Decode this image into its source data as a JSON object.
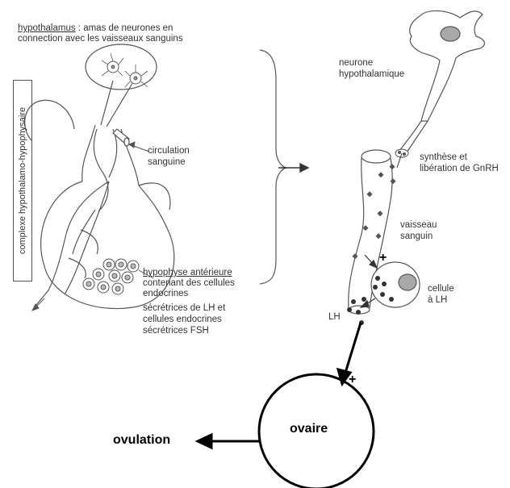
{
  "left_labels": {
    "hypothalamus_term": "hypothalamus",
    "hypothalamus_rest": " : amas de neurones en",
    "hypothalamus_line2": "connection avec les vaisseaux sanguins",
    "complex": "complexe hypothalamo-hypophysaire",
    "circulation_1": "circulation",
    "circulation_2": "sanguine",
    "hypophyse_term": "hypophyse antérieure",
    "hypophyse_lines": [
      "contenant des cellules",
      "endocrines",
      "sécrétrices de LH et",
      "cellules endocrines",
      "sécrétrices FSH"
    ]
  },
  "right_labels": {
    "neurone_1": "neurone",
    "neurone_2": "hypothalamique",
    "synthese_1": "synthèse et",
    "synthese_2": "libération de GnRH",
    "vaisseau_1": "vaisseau",
    "vaisseau_2": "sanguin",
    "cellule_1": "cellule",
    "cellule_2": "à LH",
    "lh": "LH",
    "plus": "+"
  },
  "bottom": {
    "ovaire": "ovaire",
    "ovulation": "ovulation",
    "plus": "+"
  },
  "colors": {
    "line": "#555555",
    "dark_dot": "#333333",
    "nucleus": "#a9a9a9",
    "arrow": "#000000"
  }
}
